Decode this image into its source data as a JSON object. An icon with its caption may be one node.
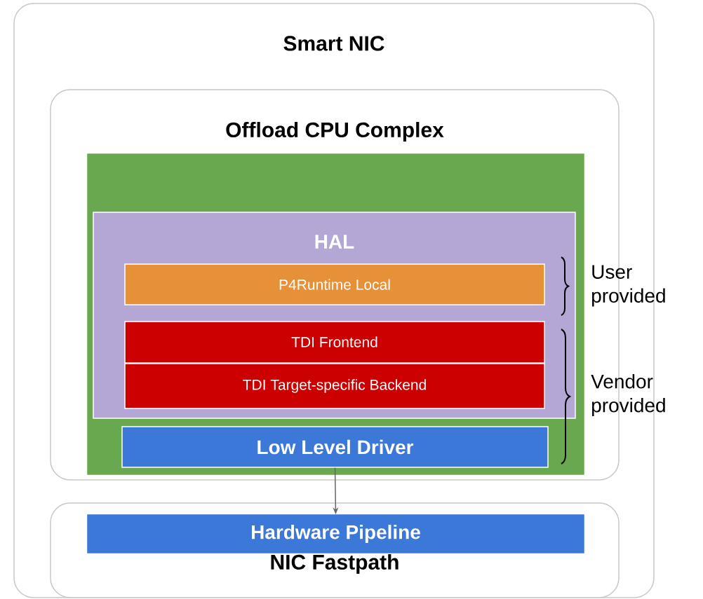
{
  "diagram": {
    "nodes": [
      {
        "text": [
          "Smart NIC"
        ]
      },
      {
        "text": [
          "Offload CPU Complex"
        ],
        "in": 0
      },
      {
        "text": [],
        "shape": "box",
        "in": 1
      },
      {
        "text": [
          "HAL"
        ],
        "in": 2
      },
      {
        "text": [
          "P4Runtime Local"
        ],
        "in": 3
      },
      {
        "text": [
          "TDI Frontend"
        ],
        "in": 3
      },
      {
        "text": [
          "TDI Target-specific Backend"
        ],
        "in": 3
      },
      {
        "text": [
          "Low Level Driver"
        ],
        "in": 2
      },
      {
        "text": [
          "NIC Fastpath"
        ],
        "in": 0
      },
      {
        "text": [
          "Hardware Pipeline"
        ],
        "in": 8
      }
    ],
    "edges": [
      {
        "from": 7,
        "to": 9,
        "arrow": "to"
      }
    ],
    "labels": [
      "User provided",
      "Vendor provided"
    ]
  }
}
